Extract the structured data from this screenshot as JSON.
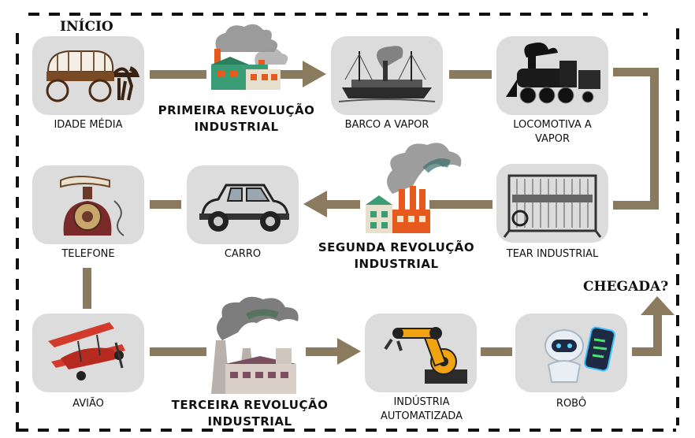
{
  "title_start": "INÍCIO",
  "title_end": "CHEGADA?",
  "colors": {
    "arrow": "#8b7b5e",
    "box": "#dcdcdc",
    "border": "#111111"
  },
  "nodes": [
    {
      "label": "IDADE MÉDIA",
      "icon": "wagon-icon"
    },
    {
      "label": "BARCO A VAPOR",
      "icon": "steamboat-icon"
    },
    {
      "label": "LOCOMOTIVA A VAPOR",
      "icon": "locomotive-icon"
    },
    {
      "label": "TEAR INDUSTRIAL",
      "icon": "loom-icon"
    },
    {
      "label": "CARRO",
      "icon": "car-icon"
    },
    {
      "label": "TELEFONE",
      "icon": "telephone-icon"
    },
    {
      "label": "AVIÃO",
      "icon": "airplane-icon"
    },
    {
      "label": "INDÚSTRIA AUTOMATIZADA",
      "icon": "robot-arm-icon"
    },
    {
      "label": "ROBÔ",
      "icon": "robot-icon"
    }
  ],
  "milestones": [
    {
      "label": "PRIMEIRA REVOLUÇÃO INDUSTRIAL",
      "icon": "factory-icon"
    },
    {
      "label": "SEGUNDA REVOLUÇÃO INDUSTRIAL",
      "icon": "factory-icon"
    },
    {
      "label": "TERCEIRA REVOLUÇÃO INDUSTRIAL",
      "icon": "factory-icon"
    }
  ]
}
